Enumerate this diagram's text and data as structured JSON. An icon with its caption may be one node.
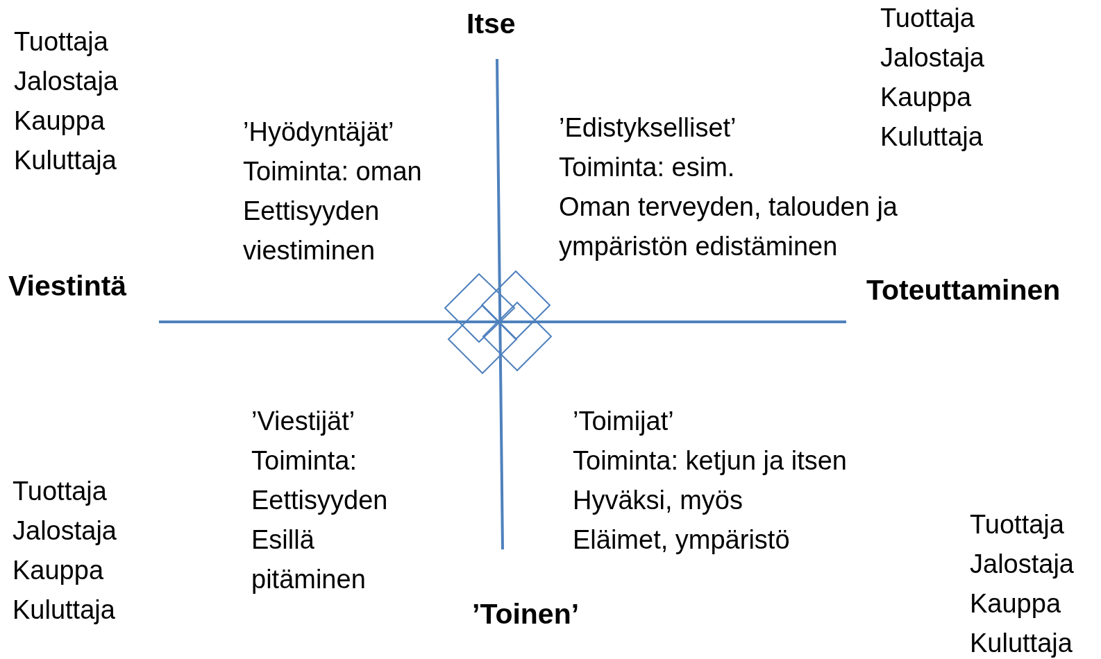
{
  "diagram": {
    "labels": [
      "Itse",
      "Tuottaja",
      "Tuottaja",
      "Jalostaja",
      "Jalostaja",
      "Kauppa",
      "Kauppa",
      "’Hyödyntäjät’",
      "’Edistykselliset’",
      "Kuluttaja",
      "Kuluttaja",
      "Toiminta: oman",
      "Toiminta: esim.",
      "Eettisyyden",
      "Oman terveyden, talouden ja",
      "viestiminen",
      "ympäristön edistäminen",
      "Viestintä",
      "Toteuttaminen",
      "’Viestijät’",
      "’Toimijat’",
      "Toiminta:",
      "Toiminta: ketjun ja itsen",
      "Tuottaja",
      "Eettisyyden",
      "Hyväksi, myös",
      "Jalostaja",
      "Esillä",
      "Eläimet, ympäristö",
      "Tuottaja",
      "Kauppa",
      "pitäminen",
      "Jalostaja",
      "Kuluttaja",
      "’Toinen’",
      "Kauppa",
      "Kuluttaja"
    ]
  }
}
